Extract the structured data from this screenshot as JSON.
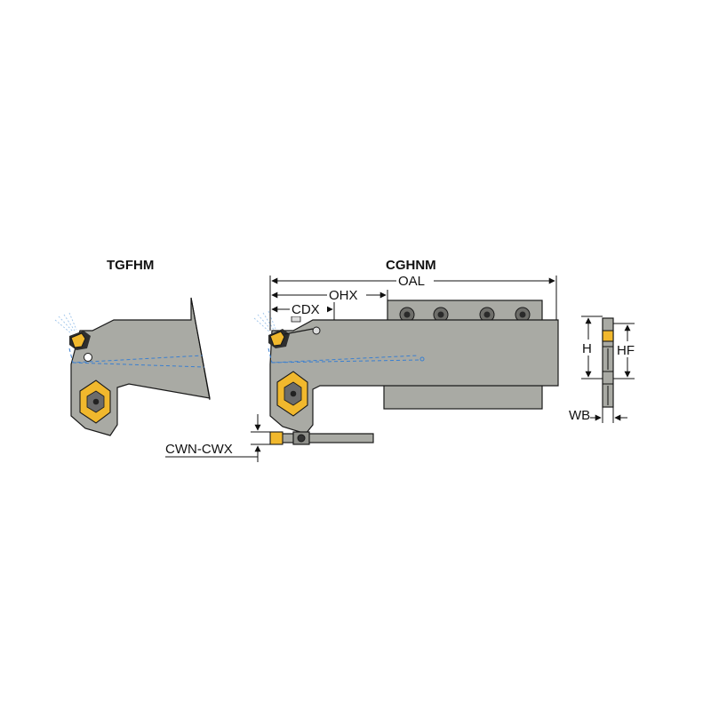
{
  "tools": [
    {
      "code": "TGFHM"
    },
    {
      "code": "CGHNM"
    }
  ],
  "dimensions": {
    "oal": "OAL",
    "ohx": "OHX",
    "cdx": "CDX",
    "h": "H",
    "hf": "HF",
    "wb": "WB",
    "cwn_cwx": "CWN-CWX"
  },
  "colors": {
    "body": "#a9aaa4",
    "insert": "#f1b82d",
    "coolant": "#3a7fd0",
    "line": "#1a1a1a"
  }
}
